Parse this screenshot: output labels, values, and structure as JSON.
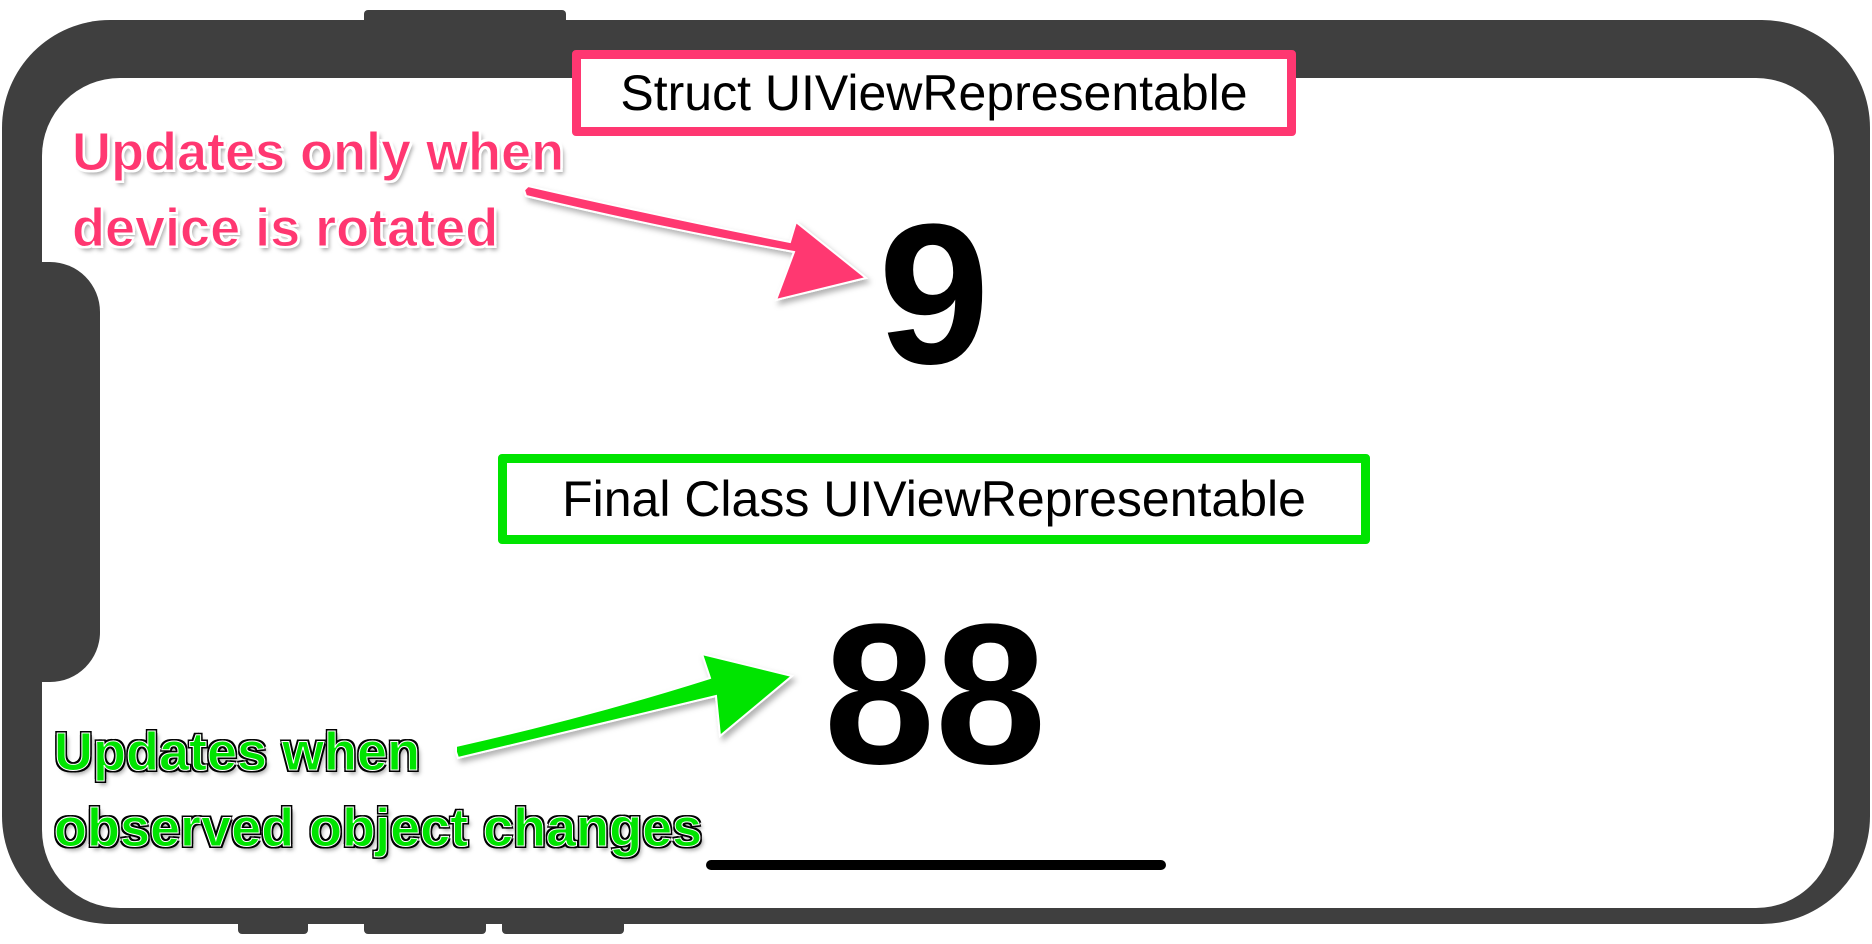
{
  "struct_section": {
    "title": "Struct UIViewRepresentable",
    "counter": "9",
    "annotation_line1": "Updates only when",
    "annotation_line2": "device is rotated",
    "accent_color": "#ff3771"
  },
  "class_section": {
    "title": "Final Class UIViewRepresentable",
    "counter": "88",
    "annotation_line1": "Updates when",
    "annotation_line2": "observed object changes",
    "accent_color": "#00e400"
  },
  "device": {
    "frame_color": "#3f3f3f",
    "orientation": "landscape"
  }
}
